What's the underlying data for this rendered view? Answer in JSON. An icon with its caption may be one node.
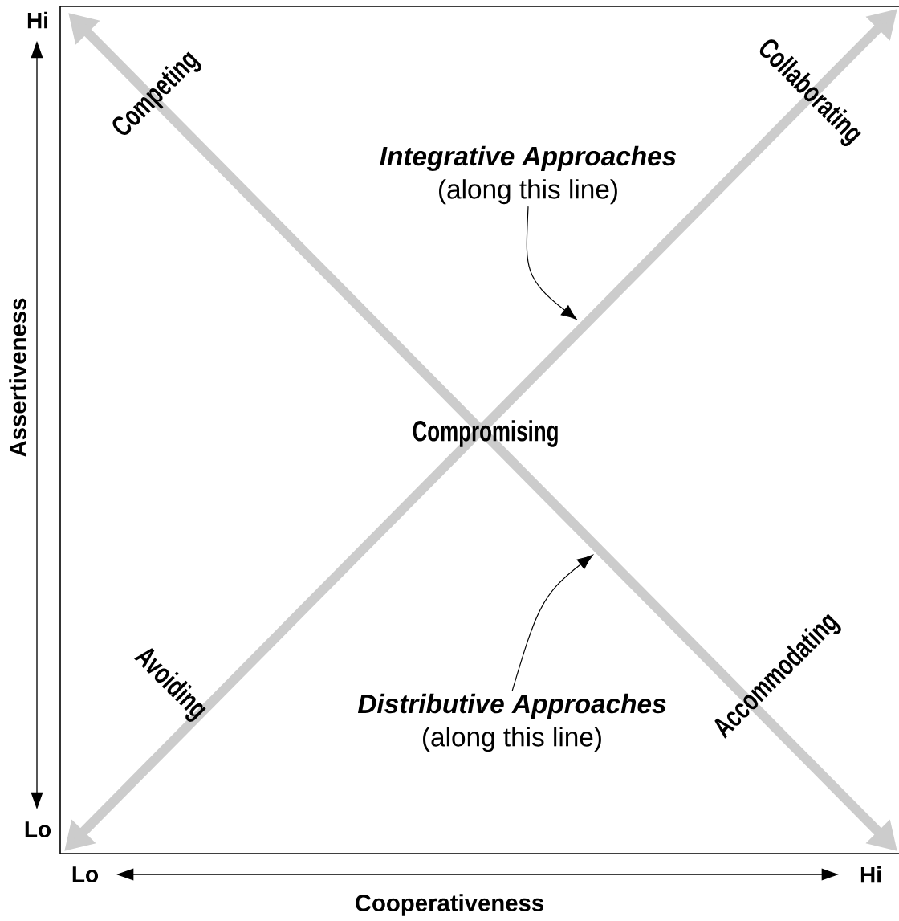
{
  "diagram": {
    "nodes": [
      {
        "text": [
          "Integrative Approaches",
          "(along this line)"
        ]
      },
      {
        "text": [
          "Distributive Approaches",
          "(along this line)"
        ]
      }
    ],
    "edges": [
      {
        "from": 0,
        "to": null,
        "arrow": "to"
      },
      {
        "from": 1,
        "to": null,
        "arrow": "to"
      }
    ],
    "labels": [
      "Hi",
      "Assertiveness",
      "Lo",
      "Competing",
      "Collaborating",
      "Compromising",
      "Avoiding",
      "Accommodating",
      "Lo",
      "Hi",
      "Cooperativeness"
    ]
  }
}
